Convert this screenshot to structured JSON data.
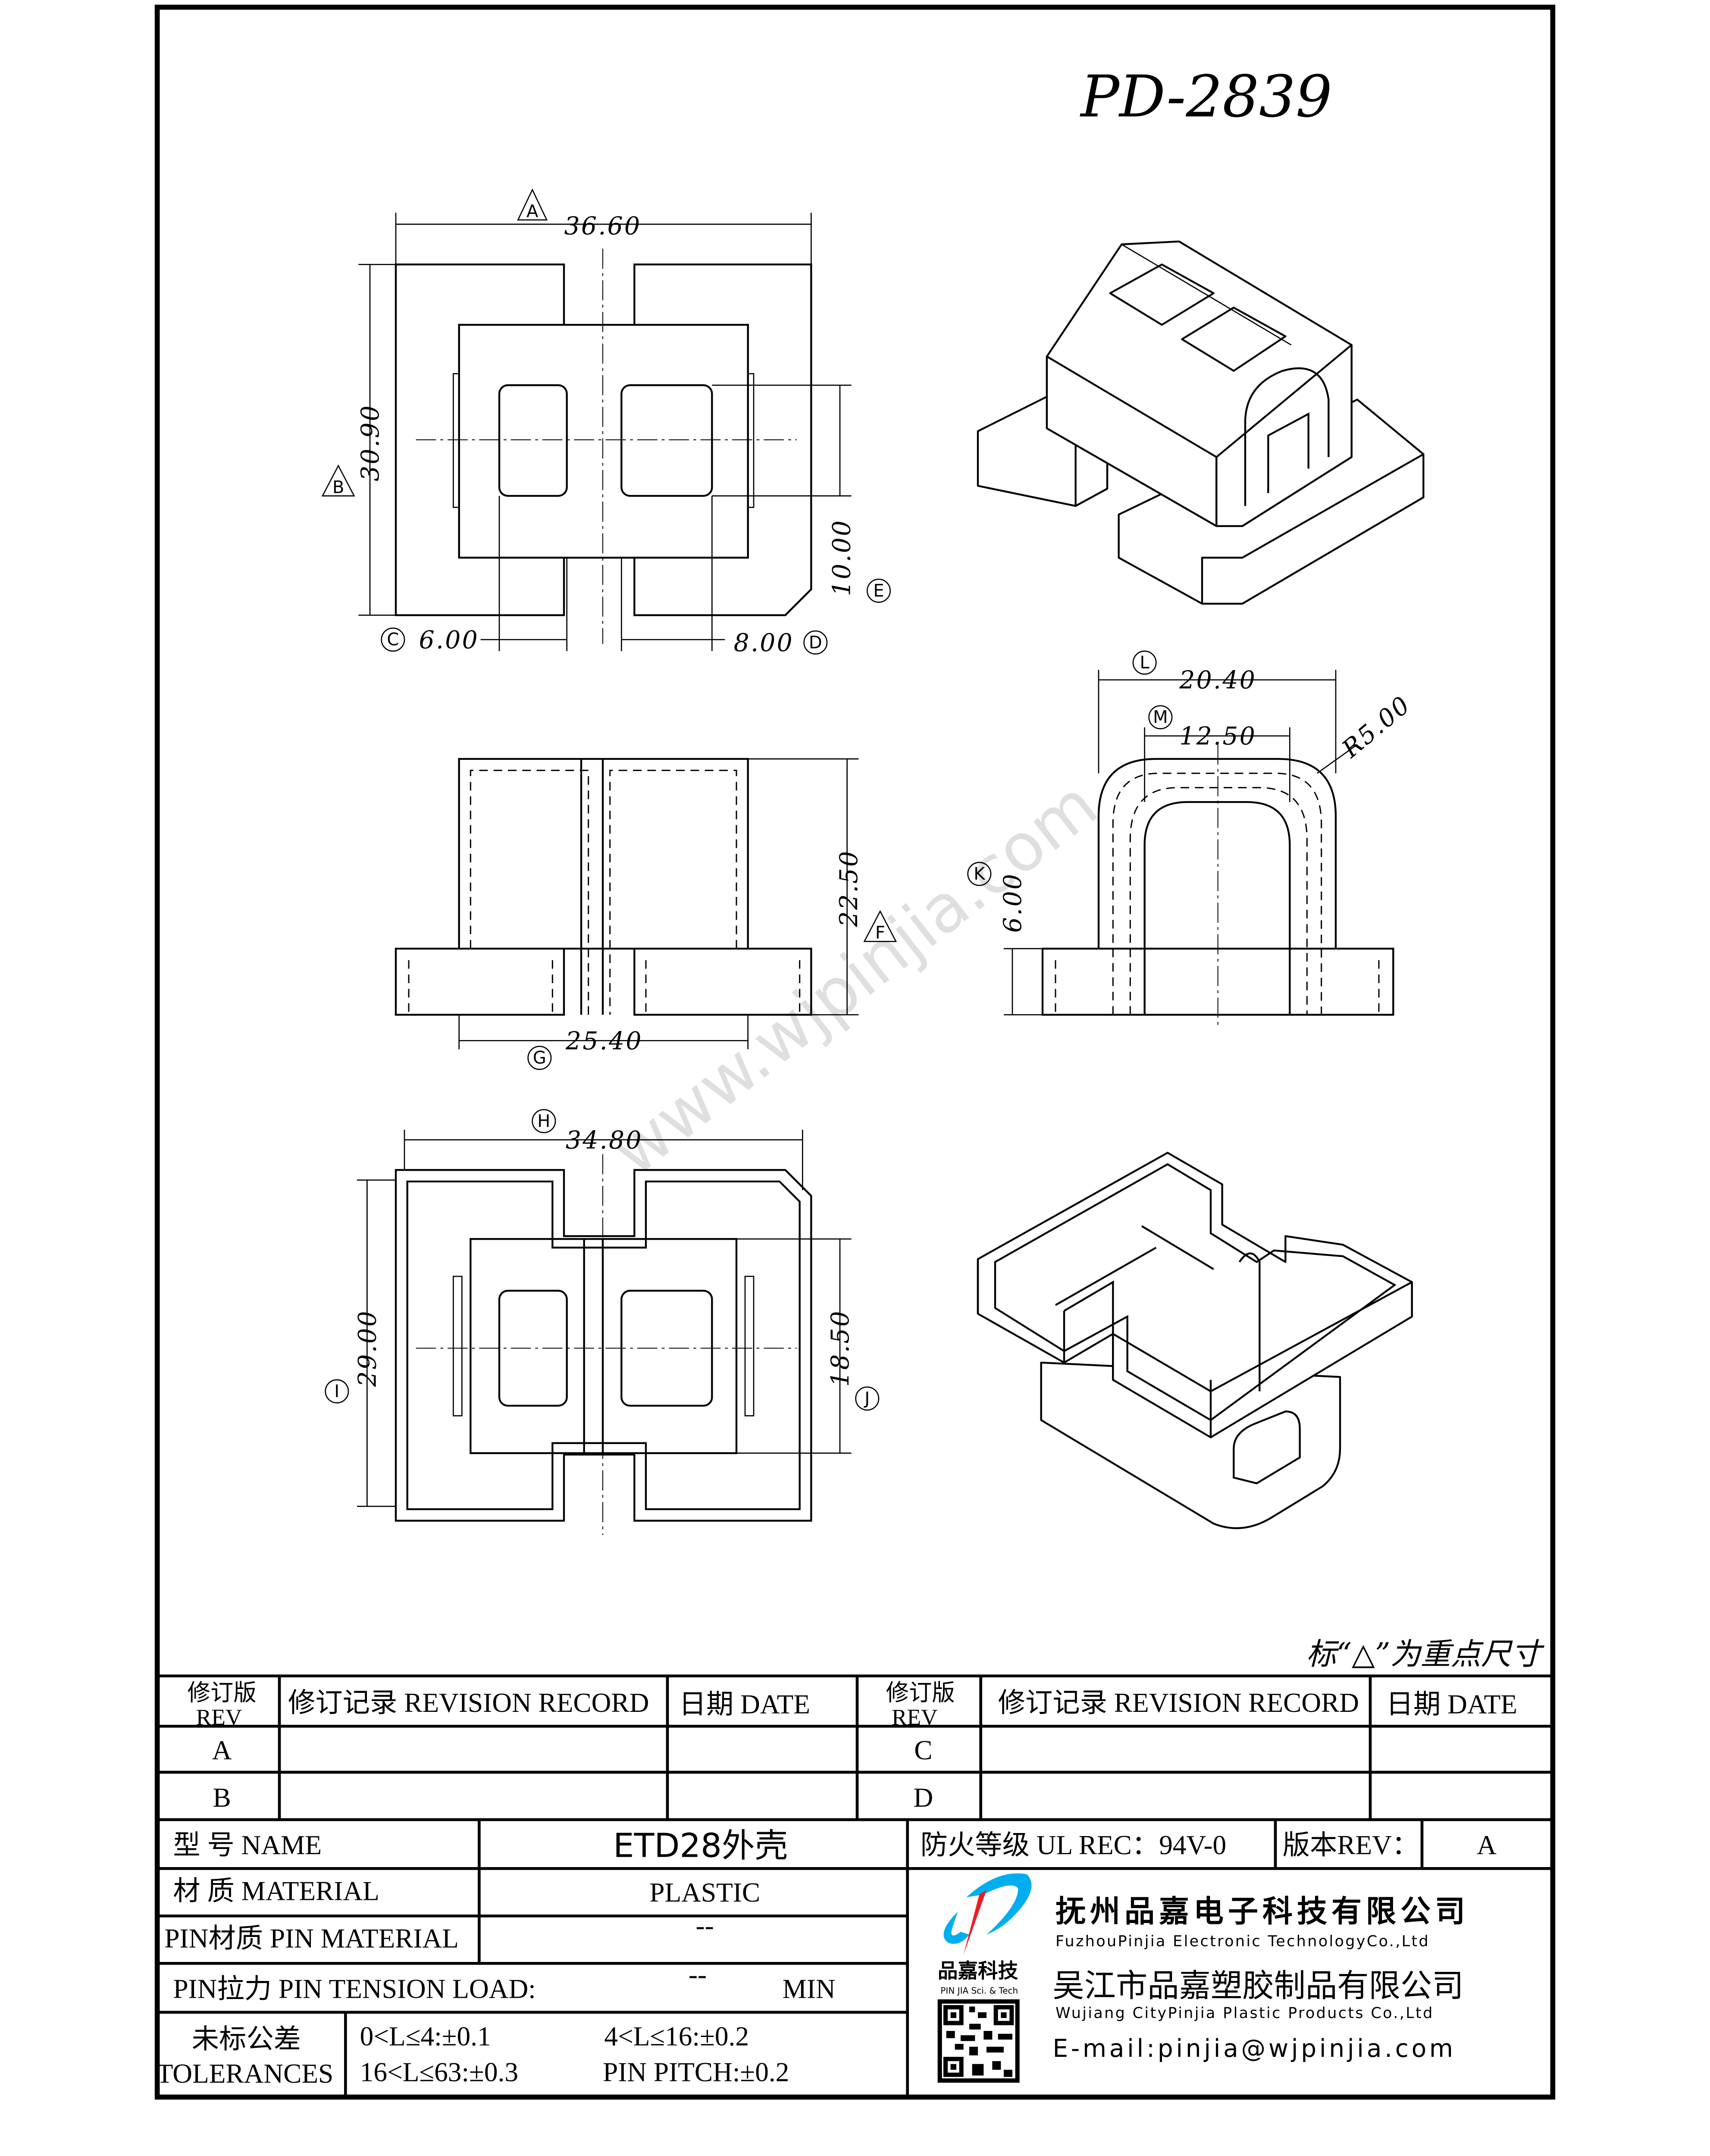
{
  "drawing": {
    "part_number": "PD-2839",
    "watermark": "www.wjpinjia.com",
    "note": "标“△”为重点尺寸",
    "top_view": {
      "dim_width": "36.60",
      "dim_width_tag": "A",
      "dim_height": "30.90",
      "dim_height_tag": "B",
      "dim_window_h": "10.00",
      "dim_window_h_tag": "E",
      "dim_left_window": "6.00",
      "dim_left_window_tag": "C",
      "dim_right_window": "8.00",
      "dim_right_window_tag": "D"
    },
    "side_view": {
      "dim_height": "22.50",
      "dim_height_tag": "F",
      "dim_body": "25.40",
      "dim_body_tag": "G"
    },
    "front_view": {
      "dim_outer": "20.40",
      "dim_outer_tag": "L",
      "dim_inner": "12.50",
      "dim_inner_tag": "M",
      "dim_radius": "R5.00",
      "dim_base": "6.00",
      "dim_base_tag": "K"
    },
    "bottom_view": {
      "dim_width": "34.80",
      "dim_width_tag": "H",
      "dim_height": "29.00",
      "dim_height_tag": "I",
      "dim_inner": "18.50",
      "dim_inner_tag": "J"
    }
  },
  "title_block": {
    "revision_header": {
      "rev_cn": "修订版",
      "rev_en": "REV",
      "record": "修订记录 REVISION RECORD",
      "date": "日期 DATE"
    },
    "revisions_left": [
      "A",
      "B"
    ],
    "revisions_right": [
      "C",
      "D"
    ],
    "name_label": "型 号 NAME",
    "name_value": "ETD28外壳",
    "material_label": "材 质 MATERIAL",
    "material_value": "PLASTIC",
    "pin_material_label": "PIN材质 PIN MATERIAL",
    "pin_material_value": "--",
    "pin_tension_label": "PIN拉力 PIN TENSION LOAD:",
    "pin_tension_value": "--",
    "pin_tension_unit": "MIN",
    "tolerances_label_cn": "未标公差",
    "tolerances_label_en": "TOLERANCES",
    "tolerances": [
      "0<L≤4:±0.1",
      "4<L≤16:±0.2",
      "16<L≤63:±0.3",
      "PIN PITCH:±0.2"
    ],
    "fire_rating": "防火等级 UL REC：94V-0",
    "version_label": "版本REV：",
    "version_value": "A",
    "logo_text_cn": "品嘉科技",
    "logo_text_en": "PIN JIA Sci. & Tech",
    "company1_cn": "抚州品嘉电子科技有限公司",
    "company1_en": "FuzhouPinjia Electronic TechnologyCo.,Ltd",
    "company2_cn": "吴江市品嘉塑胶制品有限公司",
    "company2_en": "Wujiang CityPinjia  Plastic Products Co.,Ltd",
    "email": "E-mail:pinjia@wjpinjia.com",
    "colors": {
      "logo_blue": "#00aeef",
      "logo_red": "#ee1c25"
    }
  }
}
